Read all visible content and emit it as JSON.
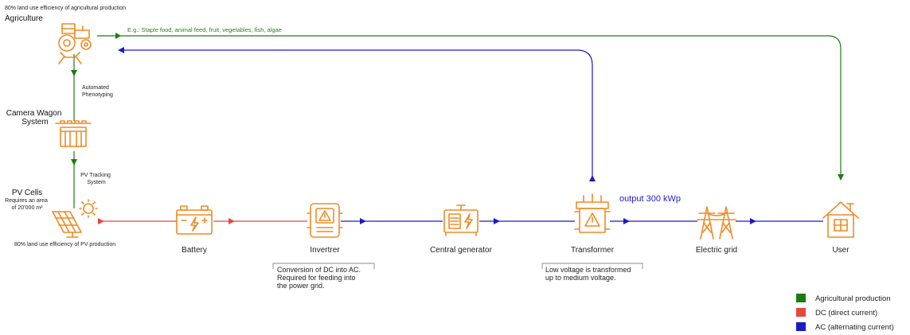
{
  "colors": {
    "agriculture": "#1e7b14",
    "dc": "#e8473e",
    "ac": "#1a1ac8",
    "icon": "#f08a24"
  },
  "top_note": "80% land use efficiency of agricultural production",
  "agriculture": {
    "title": "Agriculture",
    "icon": "tractor-icon"
  },
  "food_note": "E.g.: Staple food, animal feed, fruit, vegetables, fish, algae",
  "phenotyping_label": [
    "Automated",
    "Phenotyping"
  ],
  "camera_wagon": {
    "title": [
      "Camera Wagon",
      "System"
    ],
    "icon": "camera-wagon-icon"
  },
  "pv_tracking_label": [
    "PV Tracking",
    "System"
  ],
  "pv_cells": {
    "title": "PV Cells",
    "lines": [
      "Requires an area",
      "of 20’000 m²"
    ],
    "icon": "solar-panel-icon"
  },
  "pv_note": "80% land use efficiency of PV production",
  "nodes": {
    "battery": {
      "label": "Battery",
      "icon": "battery-icon"
    },
    "inverter": {
      "label": "Invertrer",
      "icon": "inverter-icon"
    },
    "generator": {
      "label": "Central generator",
      "icon": "generator-icon"
    },
    "transformer": {
      "label": "Transformer",
      "icon": "transformer-icon"
    },
    "grid": {
      "label": "Electric grid",
      "icon": "power-pylon-icon"
    },
    "user": {
      "label": "User",
      "icon": "house-icon"
    }
  },
  "inverter_note": [
    "Conversion of DC into AC.",
    "Required for feeding into",
    "the power grid."
  ],
  "transformer_note": [
    "Low voltage is transformed",
    "up to medium voltage."
  ],
  "output_label": "output 300 kWp",
  "legend": [
    {
      "label": "Agricultural production",
      "color": "#1e7b14"
    },
    {
      "label": "DC (direct current)",
      "color": "#e8473e"
    },
    {
      "label": "AC (alternating current)",
      "color": "#1a1ac8"
    }
  ]
}
